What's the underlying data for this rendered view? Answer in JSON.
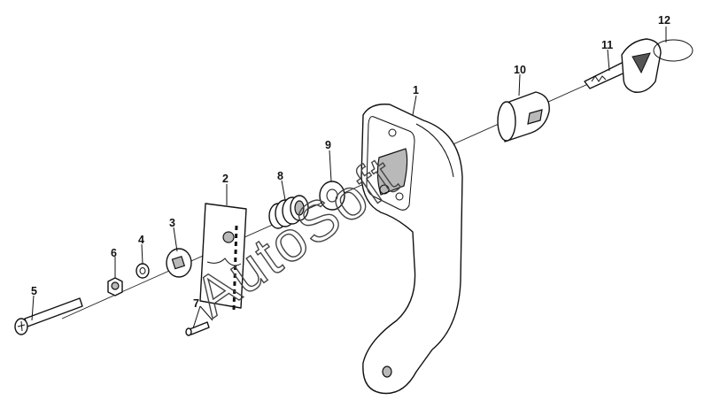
{
  "watermark": "AutoSoft",
  "callouts": {
    "p1": "1",
    "p2": "2",
    "p3": "3",
    "p4": "4",
    "p5": "5",
    "p6": "6",
    "p7": "7",
    "p8": "8",
    "p9": "9",
    "p10": "10",
    "p11": "11",
    "p12": "12"
  },
  "colors": {
    "line": "#111111",
    "shade": "#b9b9b9",
    "background": "#ffffff"
  }
}
